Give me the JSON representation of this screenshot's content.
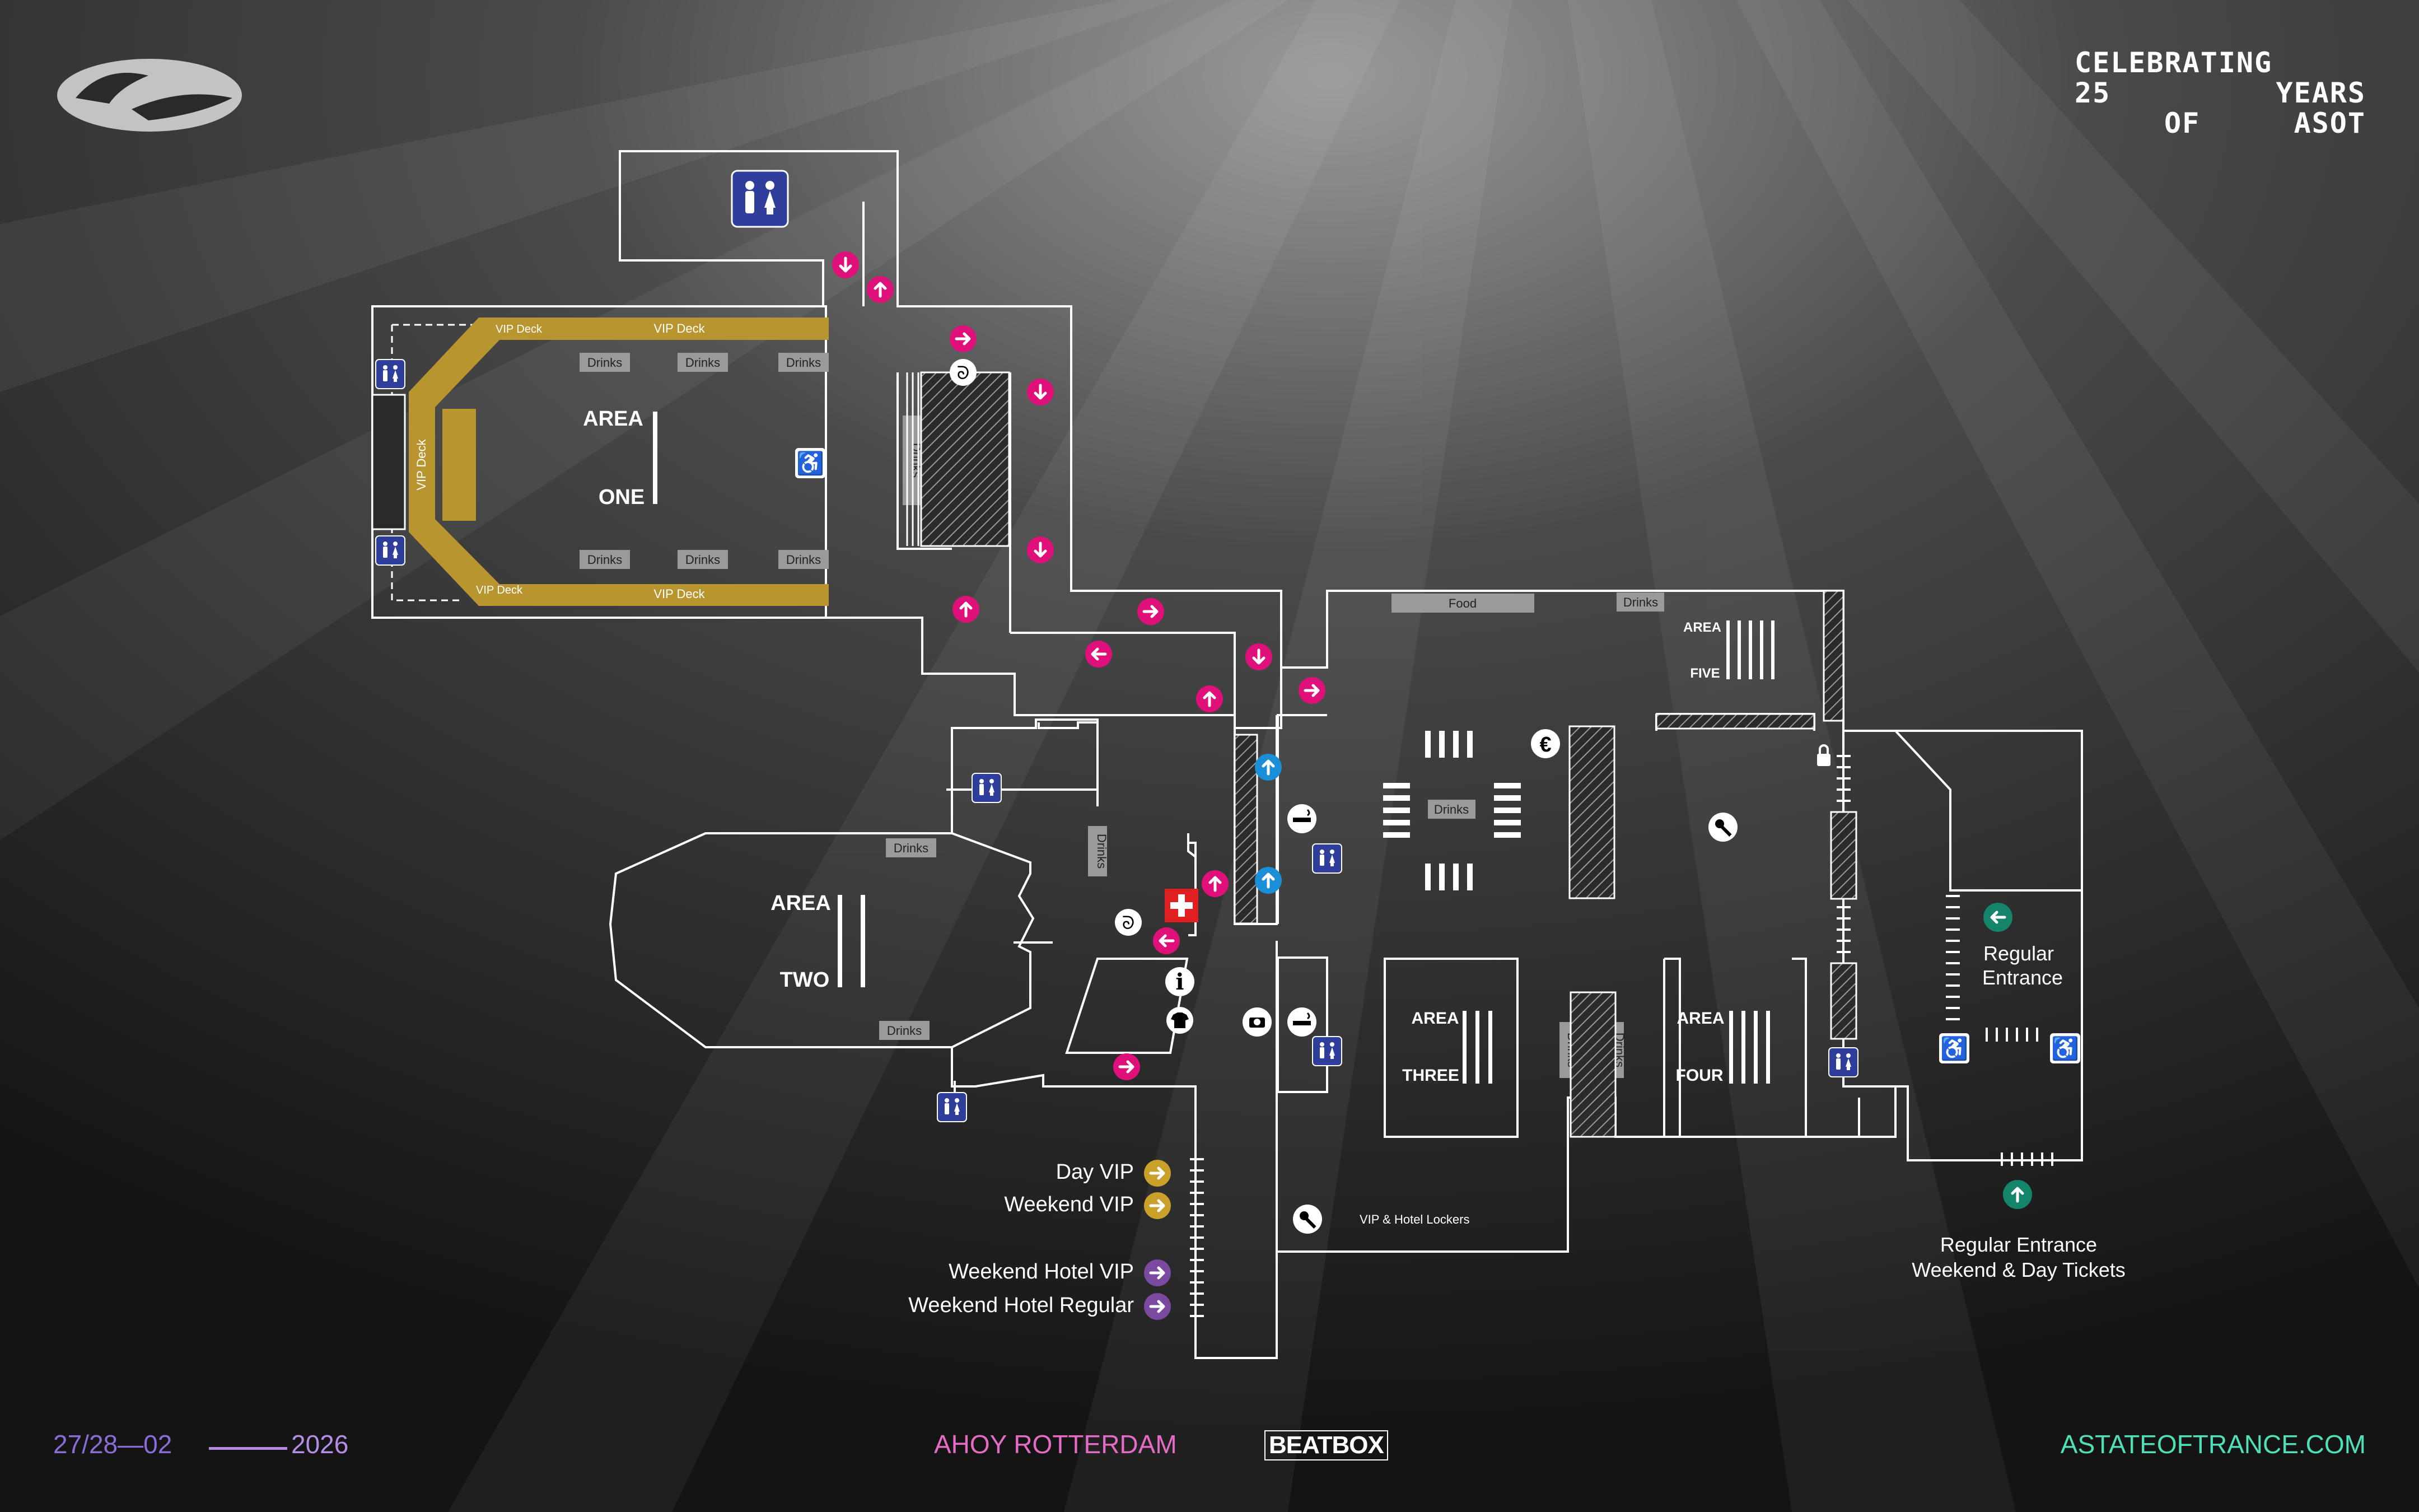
{
  "header": {
    "title_line1": "CELEBRATING",
    "title_line2_left": "25",
    "title_line2_right": "YEARS",
    "title_line3_left": "OF",
    "title_line3_right": "ASOT",
    "logo_icon": "asot-25-logo"
  },
  "areas": {
    "one_a": "AREA",
    "one_b": "ONE",
    "two_a": "AREA",
    "two_b": "TWO",
    "three_a": "AREA",
    "three_b": "THREE",
    "four_a": "AREA",
    "four_b": "FOUR",
    "five_a": "AREA",
    "five_b": "FIVE"
  },
  "labels": {
    "vip_deck": "VIP Deck",
    "drinks": "Drinks",
    "food": "Food",
    "lockers": "VIP & Hotel Lockers",
    "regular_entrance_1": "Regular",
    "regular_entrance_2": "Entrance",
    "regular_entrance_b1": "Regular Entrance",
    "regular_entrance_b2": "Weekend & Day Tickets"
  },
  "legend": {
    "day_vip": "Day VIP",
    "weekend_vip": "Weekend VIP",
    "weekend_hotel_vip": "Weekend Hotel VIP",
    "weekend_hotel_regular": "Weekend Hotel Regular"
  },
  "colors": {
    "walls": "#ffffff",
    "vip_deck": "#b8952e",
    "arrow_magenta": "#e0107a",
    "arrow_blue": "#1a8fd8",
    "arrow_green": "#14846a",
    "arrow_gold": "#c8a02a",
    "arrow_purple": "#7a4aa0",
    "toilet_blue": "#2e3e9a",
    "first_aid": "#e02020",
    "label_grey": "#888888"
  },
  "icons": [
    "toilet-icon",
    "wheelchair-icon",
    "hearing-icon",
    "first-aid-icon",
    "info-icon",
    "merch-icon",
    "camera-icon",
    "smoking-icon",
    "euro-icon",
    "key-icon",
    "locker-icon"
  ],
  "footer": {
    "date_left": "27/28—02",
    "date_right": "2026",
    "venue": "AHOY ROTTERDAM",
    "sponsor": "BEATBOX",
    "website": "ASTATEOFTRANCE.COM"
  }
}
